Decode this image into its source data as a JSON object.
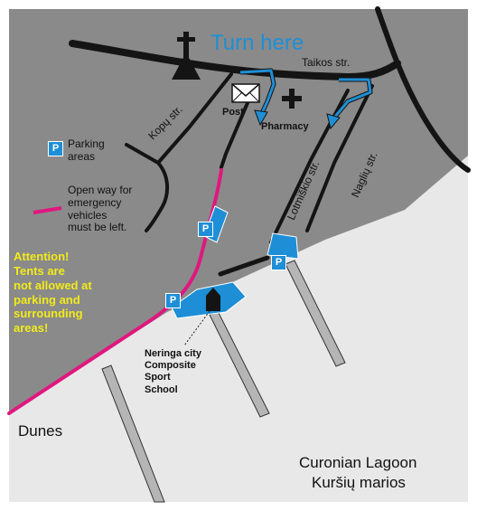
{
  "labels": {
    "turn_here": "Turn here",
    "taikos": "Taikos str.",
    "kopu": "Kopų str.",
    "post": "Post",
    "pharmacy": "Pharmacy",
    "lotmiskio": "Lotmiškio str.",
    "nagliu": "Naglių str.",
    "dunes": "Dunes",
    "school": "Neringa city\nComposite\nSport\nSchool",
    "lagoon_en": "Curonian Lagoon",
    "lagoon_lt": "Kuršių marios"
  },
  "legend": {
    "parking_icon": "P",
    "parking_text": "Parking\nareas",
    "emergency_text": "Open way for\nemergency\nvehicles\nmust be left."
  },
  "attention": "Attention!\nTents are\nnot allowed at\nparking and\nsurrounding\nareas!",
  "parking_badges": [
    "P",
    "P",
    "P"
  ],
  "icons": [
    "church-cross-icon",
    "envelope-icon",
    "pharmacy-cross-icon"
  ],
  "colors": {
    "land": "#8a8a8a",
    "water": "#e8e8e8",
    "road": "#141414",
    "parking": "#1e8fd6",
    "emergency_route": "#e0177e",
    "turn_text": "#1e8fd6",
    "attention_text": "#f2ea1c"
  }
}
